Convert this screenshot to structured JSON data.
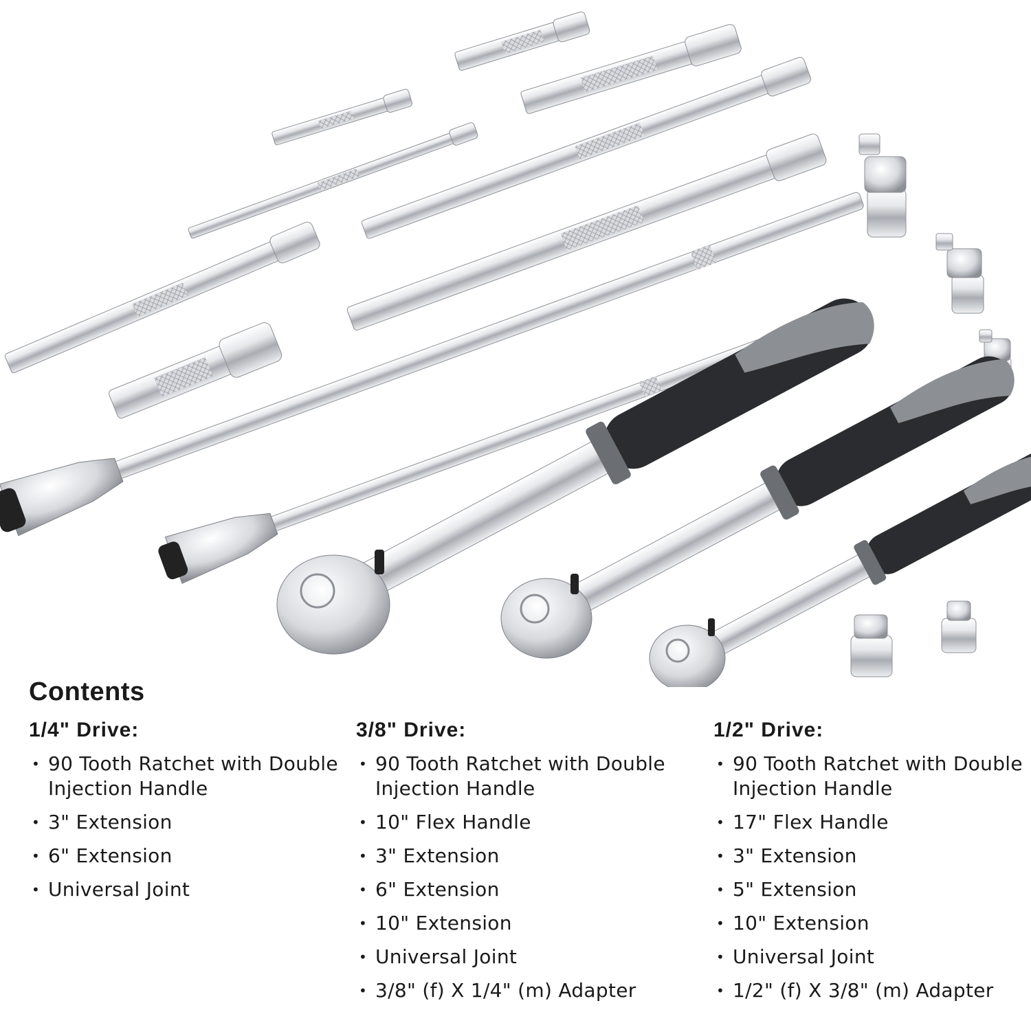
{
  "heading": "Contents",
  "columns": [
    {
      "title": "1/4\" Drive:",
      "items": [
        "90 Tooth Ratchet with Double Injection Handle",
        "3\" Extension",
        "6\" Extension",
        "Universal Joint"
      ]
    },
    {
      "title": "3/8\" Drive:",
      "items": [
        "90 Tooth Ratchet with Double Injection Handle",
        "10\" Flex Handle",
        "3\" Extension",
        "6\" Extension",
        "10\" Extension",
        "Universal Joint",
        "3/8\" (f) X 1/4\" (m) Adapter"
      ]
    },
    {
      "title": "1/2\" Drive:",
      "items": [
        "90 Tooth Ratchet with Double Injection Handle",
        "17\" Flex Handle",
        "3\" Extension",
        "5\" Extension",
        "10\" Extension",
        "Universal Joint",
        "1/2\" (f) X 3/8\" (m) Adapter"
      ]
    }
  ],
  "colors": {
    "chrome_light": "#f4f4f6",
    "chrome_mid": "#b9bcc2",
    "chrome_dark": "#6e7178",
    "grip_black": "#2b2c2f",
    "grip_gray": "#8c8f94"
  }
}
